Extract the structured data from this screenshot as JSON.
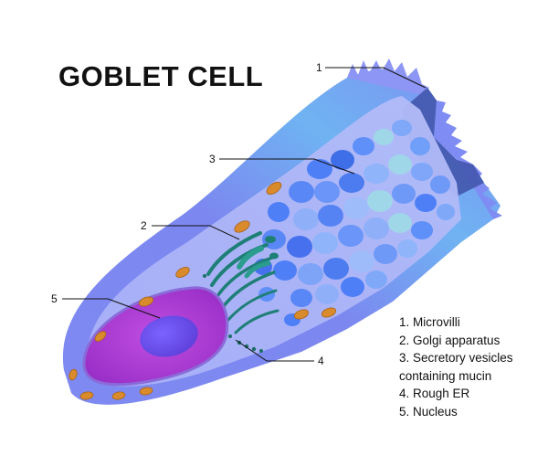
{
  "title": "GOBLET CELL",
  "callouts": [
    "1",
    "2",
    "3",
    "4",
    "5"
  ],
  "legend": [
    "1. Microvilli",
    "2. Golgi apparatus",
    "3. Secretory vesicles",
    "containing mucin",
    "4. Rough ER",
    "5. Nucleus"
  ],
  "colors": {
    "membrane": "#6f7ff0",
    "cytoplasm": "#9aa6f5",
    "vesicle": "#4f7ff7",
    "vesicle_light": "#9fd7e8",
    "nucleus": "#b13dd8",
    "nucleolus": "#6a4fe0",
    "golgi": "#1e7f77",
    "mitochondria": "#d98b2c"
  }
}
